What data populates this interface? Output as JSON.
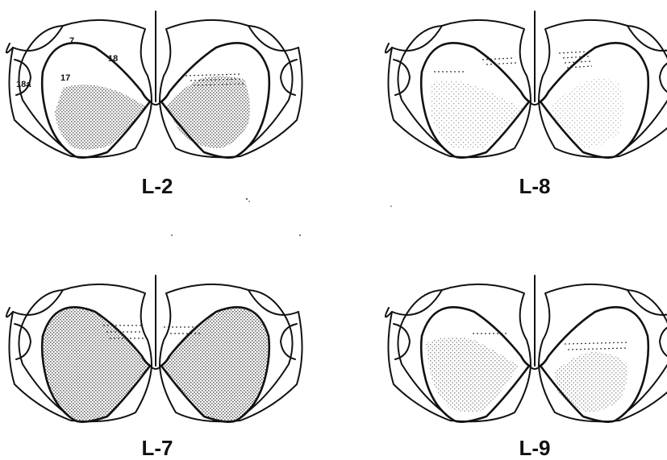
{
  "figure": {
    "panels": [
      {
        "label": "L-2"
      },
      {
        "label": "L-8"
      },
      {
        "label": "L-7"
      },
      {
        "label": "L-9"
      }
    ],
    "area_labels": {
      "a7": "7",
      "a17": "17",
      "a18": "18",
      "a18a": "18a"
    }
  },
  "colors": {
    "ink": "#111111",
    "shading": "#8a8a8a",
    "background": "#ffffff"
  }
}
